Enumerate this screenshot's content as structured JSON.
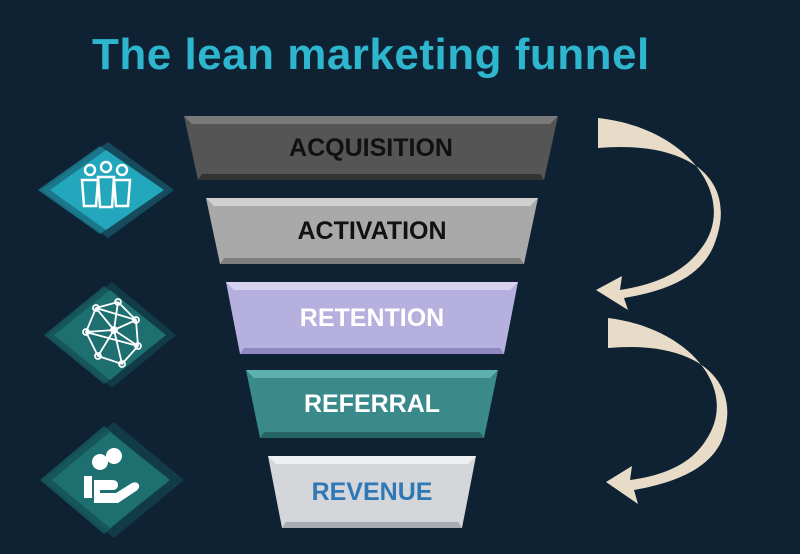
{
  "title": "The lean marketing funnel",
  "funnel": {
    "stages": [
      {
        "label": "ACQUISITION",
        "fill": "#555555",
        "text_color": "#111111"
      },
      {
        "label": "ACTIVATION",
        "fill": "#a9a9a9",
        "text_color": "#111111"
      },
      {
        "label": "RETENTION",
        "fill": "#b6b0de",
        "text_color": "#ffffff"
      },
      {
        "label": "REFERRAL",
        "fill": "#3a8a8c",
        "text_color": "#ffffff"
      },
      {
        "label": "REVENUE",
        "fill": "#d4d6da",
        "text_color": "#2e79b5"
      }
    ]
  },
  "icons": [
    {
      "name": "people-icon",
      "color": "#22a7bc"
    },
    {
      "name": "network-icon",
      "color": "#1d6f70"
    },
    {
      "name": "hand-coins-icon",
      "color": "#1d6f70"
    }
  ],
  "arrow_color": "#e8dcc8"
}
